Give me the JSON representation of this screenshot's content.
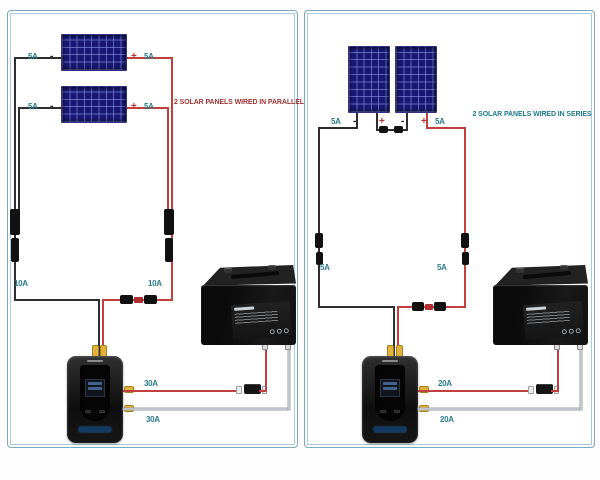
{
  "left": {
    "title": "2 SOLAR PANELS WIRED IN PARALLEL",
    "panel1": {
      "amp_left": "5A",
      "neg": "-",
      "pos": "+",
      "amp_right": "5A"
    },
    "panel2": {
      "amp_left": "5A",
      "neg": "-",
      "pos": "+",
      "amp_right": "5A"
    },
    "neg_branch_amp": "10A",
    "pos_branch_amp": "10A",
    "controller_to_battery_pos_amp": "30A",
    "controller_to_battery_neg_amp": "30A"
  },
  "right": {
    "title": "2 SOLAR PANELS WIRED IN SERIES",
    "string_amp_left": "5A",
    "panel1": {
      "neg": "-",
      "pos": "+"
    },
    "panel2": {
      "neg": "-",
      "pos": "+"
    },
    "string_amp_right": "5A",
    "wire_neg_amp": "5A",
    "wire_pos_amp": "5A",
    "controller_to_battery_pos_amp": "20A",
    "controller_to_battery_neg_amp": "20A"
  },
  "colors": {
    "positive_wire": "#c04040",
    "negative_wire": "#2e2e2e",
    "battery_negative_wire": "#bfc5ca",
    "amp_label": "#2a7d8c",
    "left_title": "#a03434",
    "right_title": "#1f7a8c",
    "solar_panel": "#191975",
    "fuse_holder": "#e2b33c",
    "frame": "#a9cadd"
  },
  "icons": {
    "solar_panel": "grid-panel",
    "mc4_branch": "y-branch-connector",
    "inline_fuse": "fuse-block",
    "charge_controller": "controller-device",
    "battery": "battery-box"
  }
}
